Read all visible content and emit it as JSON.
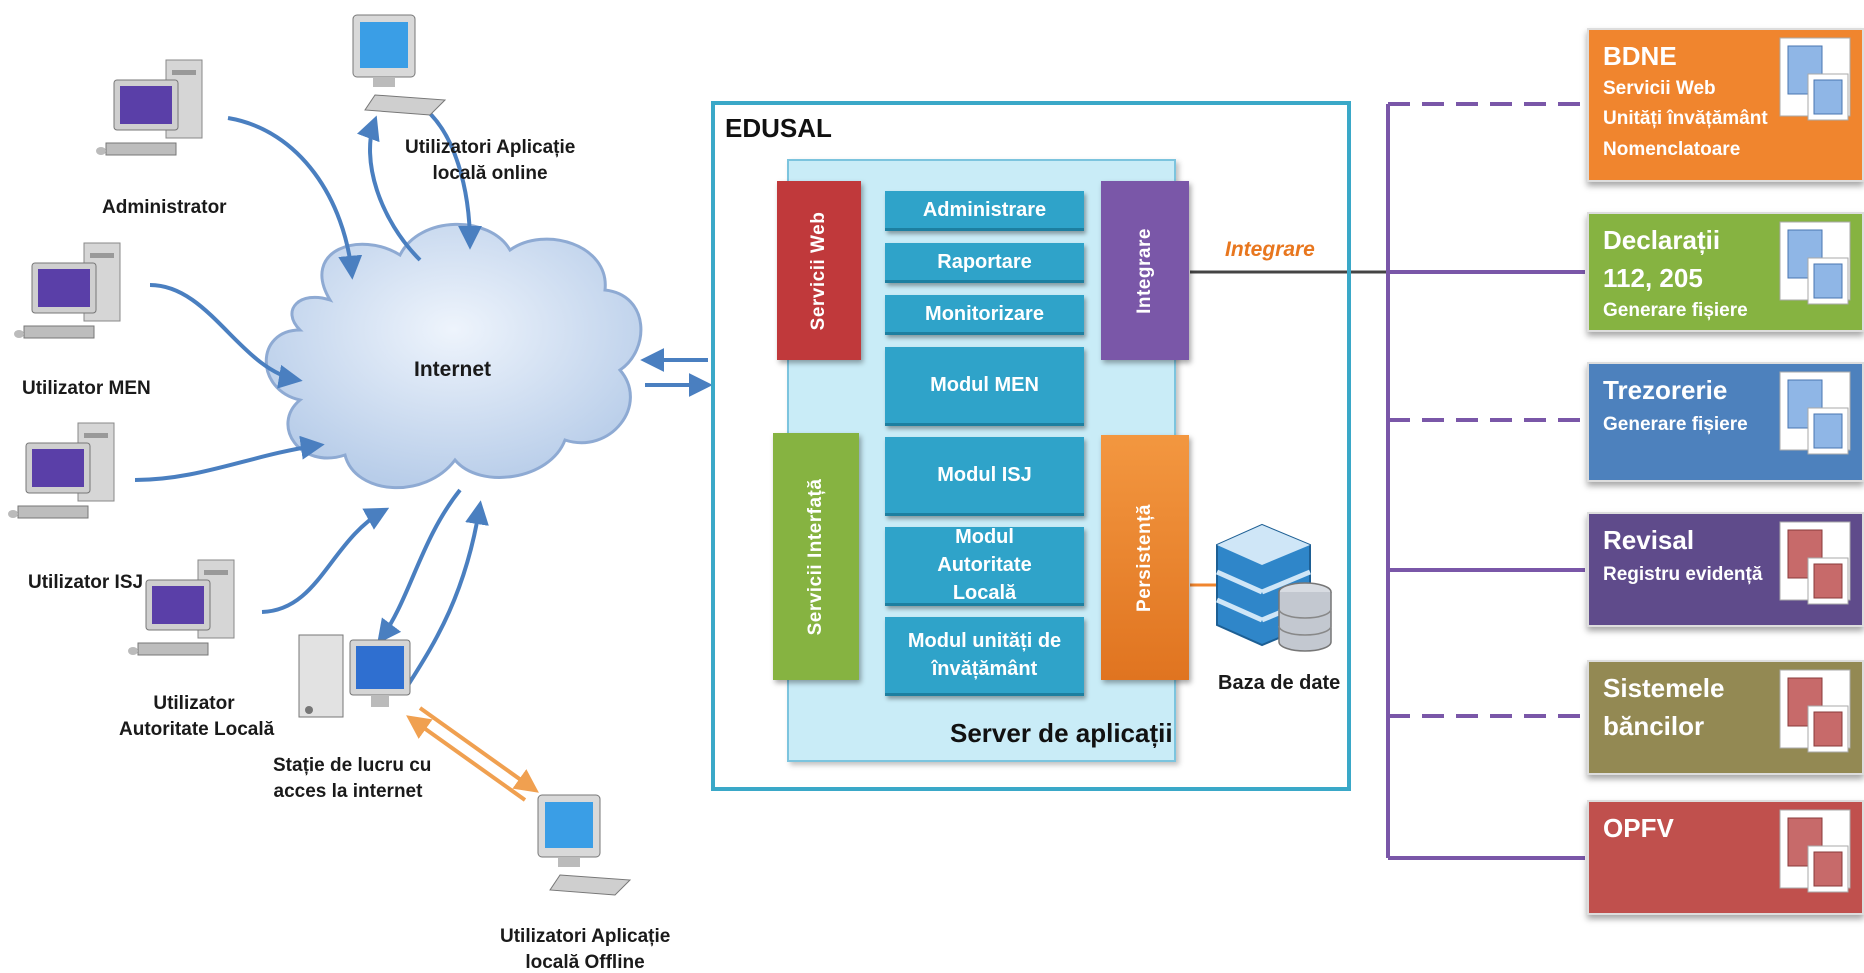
{
  "clients": {
    "administrator": "Administrator",
    "utilizator_men": "Utilizator MEN",
    "utilizator_isj": "Utilizator ISJ",
    "utilizator_autoritate": [
      "Utilizator",
      "Autoritate Locală"
    ],
    "aplicatie_online": [
      "Utilizatori Aplicație",
      "locală online"
    ],
    "statie_lucru": [
      "Stație de lucru cu",
      "acces la internet"
    ],
    "aplicatie_offline": [
      "Utilizatori Aplicație",
      "locală  Offline"
    ]
  },
  "internet": "Internet",
  "edusal": {
    "title": "EDUSAL",
    "server_label": "Server de aplicații",
    "modules": [
      "Administrare",
      "Raportare",
      "Monitorizare",
      "Modul MEN",
      "Modul ISJ",
      "Modul Autoritate Locală",
      "Modul unități de învățământ"
    ],
    "servicii_web": "Servicii Web",
    "servicii_interfata": "Servicii Interfață",
    "integrare": "Integrare",
    "persistenta": "Persistență",
    "baza_de_date": "Baza de date"
  },
  "integrare_label": "Integrare",
  "external_systems": [
    {
      "name": [
        "BDNE"
      ],
      "sub": [
        "Servicii Web",
        "Unități învățământ",
        "Nomenclatoare"
      ],
      "color": "#f0852e"
    },
    {
      "name": [
        "Declarații",
        "112, 205"
      ],
      "sub": [
        "Generare fișiere"
      ],
      "color": "#86b341"
    },
    {
      "name": [
        "Trezorerie"
      ],
      "sub": [
        "Generare fișiere"
      ],
      "color": "#4d81bd"
    },
    {
      "name": [
        "Revisal"
      ],
      "sub": [
        "Registru evidență"
      ],
      "color": "#5f4b8b"
    },
    {
      "name": [
        "Sistemele",
        "băncilor"
      ],
      "sub": [],
      "color": "#938953"
    },
    {
      "name": [
        "OPFV"
      ],
      "sub": [],
      "color": "#c0504d"
    }
  ],
  "colors": {
    "frame": "#3aa8c8",
    "module": "#2fa3c9",
    "servicii_web": "#c0393b",
    "servicii_interfata": "#86b341",
    "integrare": "#7a57a8",
    "persistenta": "#f0852e",
    "links": "#4a7fc0",
    "offline_link": "#f0a050",
    "integration_lines": "#7a57a8"
  }
}
